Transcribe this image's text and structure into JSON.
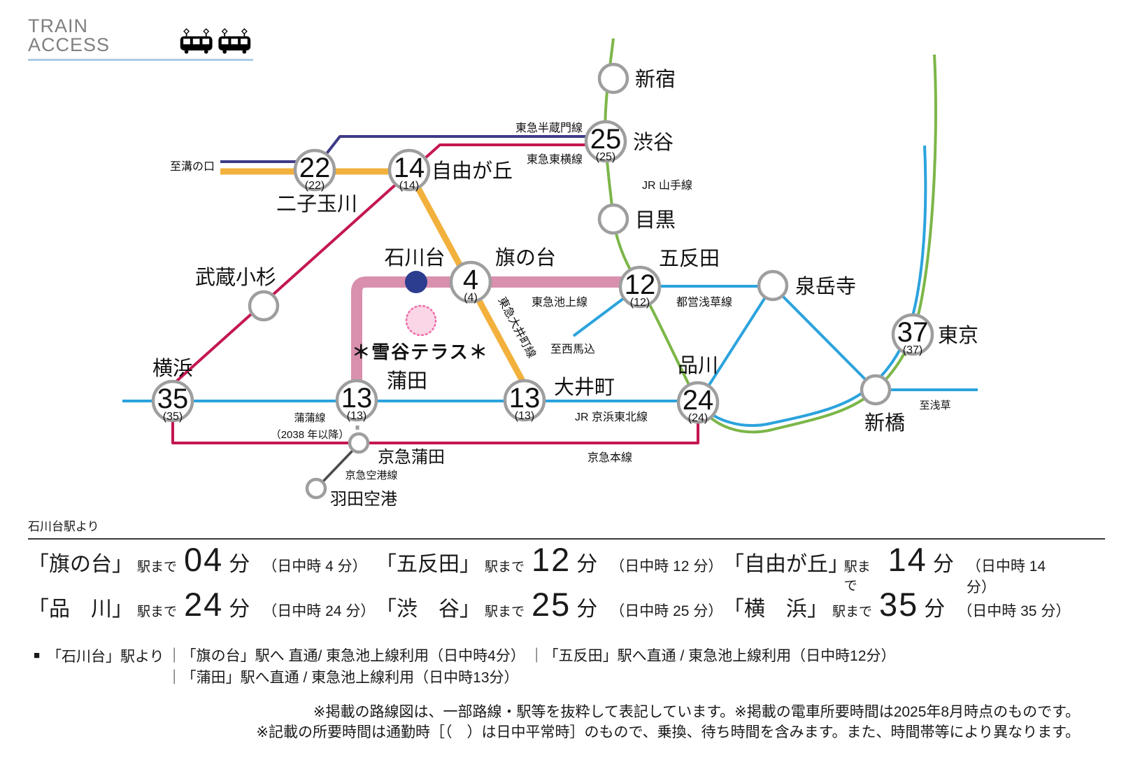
{
  "header": {
    "title": "TRAIN ACCESS"
  },
  "colors": {
    "yamanote": "#7cb648",
    "keihin_tohoku": "#2ba3dd",
    "asakusa": "#2ba3dd",
    "hanzomon": "#3e3a87",
    "toyoko": "#c41650",
    "keikyu": "#c41650",
    "oimachi": "#f2b13d",
    "ikegami": "#d98fae",
    "airport": "#4a4a4a",
    "dashed_link": "#9e9e9e",
    "station_ring": "#9e9e9e",
    "ishikawadai_dot": "#2c3c8f",
    "property_pink": "#e8118c",
    "property_fill": "#fbd6e6",
    "property_ring": "#f06daa",
    "header_underline": "#aacbe6"
  },
  "map": {
    "stations": {
      "shinjuku": {
        "name": "新宿"
      },
      "shibuya": {
        "name": "渋谷",
        "time": "25",
        "daytime": "(25)"
      },
      "meguro": {
        "name": "目黒"
      },
      "futakotamagawa": {
        "name": "二子玉川",
        "time": "22",
        "daytime": "(22)"
      },
      "jiyugaoka": {
        "name": "自由が丘",
        "time": "14",
        "daytime": "(14)"
      },
      "musashikosugi": {
        "name": "武蔵小杉"
      },
      "ishikawadai": {
        "name": "石川台"
      },
      "hatanodai": {
        "name": "旗の台",
        "time": "4",
        "daytime": "(4)"
      },
      "gotanda": {
        "name": "五反田",
        "time": "12",
        "daytime": "(12)"
      },
      "sengakuji": {
        "name": "泉岳寺"
      },
      "tokyo": {
        "name": "東京",
        "time": "37",
        "daytime": "(37)"
      },
      "shinagawa": {
        "name": "品川",
        "time": "24",
        "daytime": "(24)"
      },
      "shimbashi": {
        "name": "新橋"
      },
      "yokohama": {
        "name": "横浜",
        "time": "35",
        "daytime": "(35)"
      },
      "kamata": {
        "name": "蒲田",
        "time": "13",
        "daytime": "(13)"
      },
      "oimachi": {
        "name": "大井町",
        "time": "13",
        "daytime": "(13)"
      },
      "keikyu_kamata": {
        "name": "京急蒲田"
      },
      "haneda": {
        "name": "羽田空港"
      }
    },
    "lines": {
      "hanzomon": "東急半蔵門線",
      "toyoko": "東急東横線",
      "yamanote": "JR 山手線",
      "oimachi_line": "東急大井町線",
      "ikegami": "東急池上線",
      "asakusa": "都営浅草線",
      "keihin_tohoku": "JR 京浜東北線",
      "keikyu_main": "京急本線",
      "keikyu_airport": "京急空港線",
      "kamakama": "蒲蒲線",
      "kamakama_note": "（2038 年以降）"
    },
    "directions": {
      "mizonokuchi": "至溝の口",
      "nishimagome": "至西馬込",
      "asakusa_dir": "至浅草"
    },
    "property": "＊雪谷テラス＊"
  },
  "times_section": {
    "heading": "石川台駅より",
    "items": [
      {
        "station": "「旗の台」",
        "to": "駅まで",
        "minutes": "04",
        "unit": "分",
        "daytime": "（日中時 4 分）"
      },
      {
        "station": "「五反田」",
        "to": "駅まで",
        "minutes": "12",
        "unit": "分",
        "daytime": "（日中時 12 分）"
      },
      {
        "station": "「自由が丘」",
        "to": "駅まで",
        "minutes": "14",
        "unit": "分",
        "daytime": "（日中時 14 分）"
      },
      {
        "station": "「品　川」",
        "to": "駅まで",
        "minutes": "24",
        "unit": "分",
        "daytime": "（日中時 24 分）"
      },
      {
        "station": "「渋　谷」",
        "to": "駅まで",
        "minutes": "25",
        "unit": "分",
        "daytime": "（日中時 25 分）"
      },
      {
        "station": "「横　浜」",
        "to": "駅まで",
        "minutes": "35",
        "unit": "分",
        "daytime": "（日中時 35 分）"
      }
    ]
  },
  "notes": {
    "bullet": "■",
    "lead": "「石川台」駅より",
    "routes": [
      "｜「旗の台」駅へ 直通/ 東急池上線利用（日中時4分） ｜「五反田」駅へ直通 / 東急池上線利用（日中時12分）",
      "｜「蒲田」駅へ直通 / 東急池上線利用（日中時13分）"
    ]
  },
  "disclaimers": [
    "※掲載の路線図は、一部路線・駅等を抜粋して表記しています。※掲載の電車所要時間は2025年8月時点のものです。",
    "※記載の所要時間は通勤時［（　）は日中平常時］のもので、乗換、待ち時間を含みます。また、時間帯等により異なります。"
  ]
}
